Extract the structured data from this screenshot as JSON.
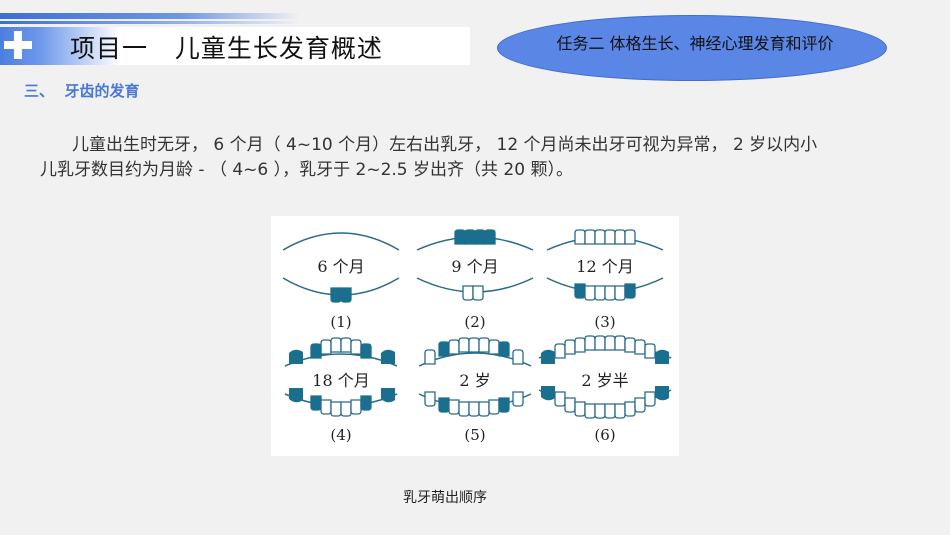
{
  "header": {
    "title": "项目一   儿童生长发育概述",
    "task": "任务二  体格生长、神经心理发育和评价"
  },
  "section": {
    "heading": "三、  牙齿的发育"
  },
  "body": {
    "paragraph": "儿童出生时无牙， 6 个月（ 4~10 个月）左右出乳牙， 12 个月尚未出牙可视为异常， 2 岁以内小儿乳牙数目约为月龄 - （ 4~6 ），乳牙于 2~2.5 岁出齐（共 20 颗）。"
  },
  "figure": {
    "panels": [
      {
        "label": "6 个月",
        "number": "(1)"
      },
      {
        "label": "9 个月",
        "number": "(2)"
      },
      {
        "label": "12 个月",
        "number": "(3)"
      },
      {
        "label": "18 个月",
        "number": "(4)"
      },
      {
        "label": "2 岁",
        "number": "(5)"
      },
      {
        "label": "2 岁半",
        "number": "(6)"
      }
    ],
    "caption": "乳牙萌出顺序"
  },
  "colors": {
    "accent": "#4a78d8",
    "ellipse": "#5a86e6",
    "tooth_erupted": "#1a6e8e",
    "line": "#2a6a8a"
  }
}
